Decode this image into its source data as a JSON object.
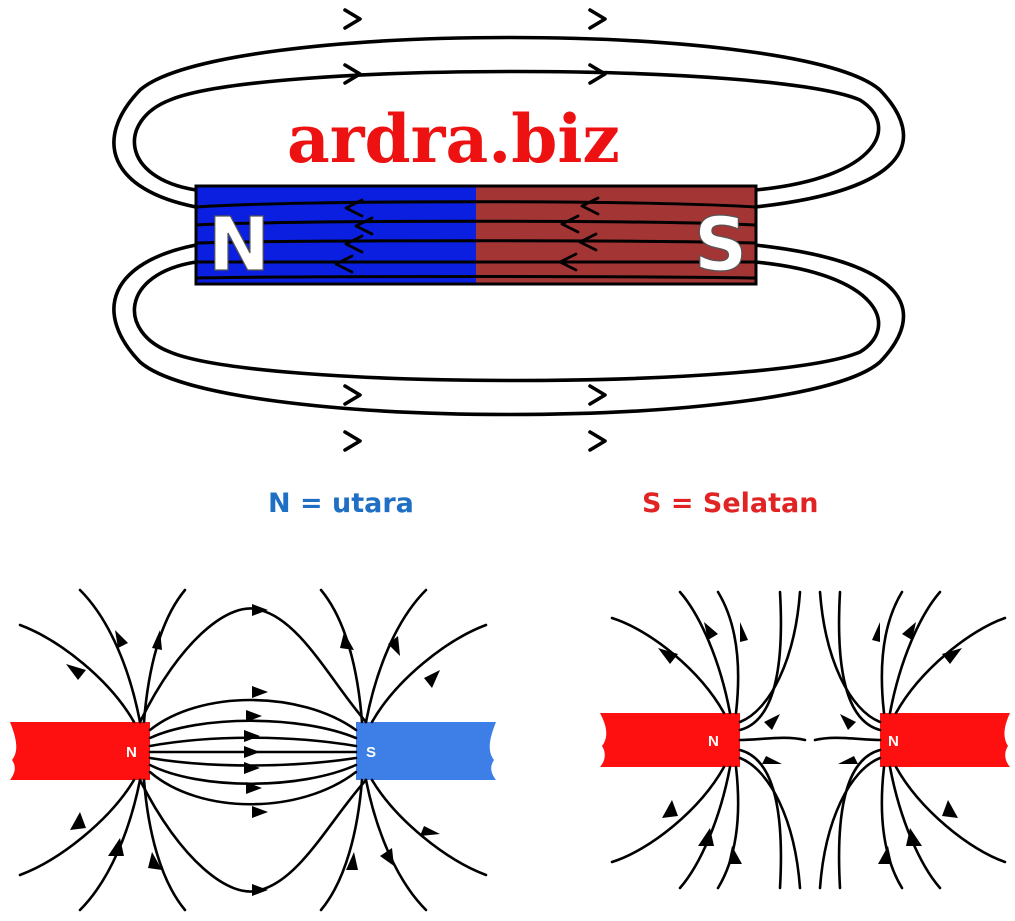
{
  "watermark": {
    "text": "ardra.biz",
    "color": "#ee1111"
  },
  "main_magnet": {
    "north_label": "N",
    "south_label": "S",
    "north_color": "#0a1fe0",
    "south_color": "#a33535"
  },
  "legend": {
    "north": {
      "text": "N = utara",
      "color": "#1f6fc4"
    },
    "south": {
      "text": "S = Selatan",
      "color": "#e02424"
    }
  },
  "attract_diagram": {
    "left_label": "N",
    "right_label": "S",
    "left_color": "#ff1010",
    "right_color": "#3d7fe6"
  },
  "repel_diagram": {
    "left_label": "N",
    "right_label": "N",
    "color": "#ff1010"
  }
}
